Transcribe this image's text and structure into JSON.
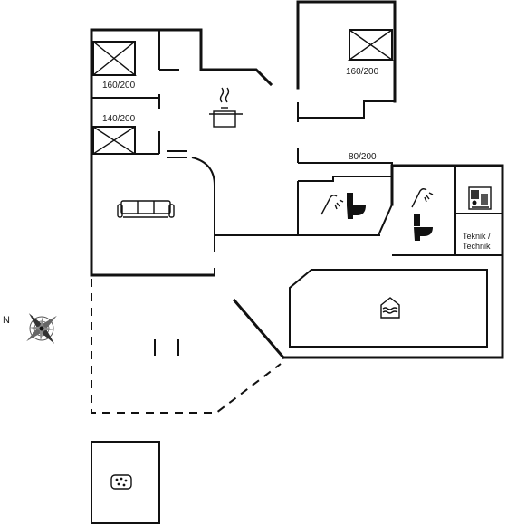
{
  "labels": {
    "bed_master": "160/200",
    "bed_left_top": "160/200",
    "bed_left_bottom": "140/200",
    "bed_small": "80/200",
    "technik_line1": "Teknik /",
    "technik_line2": "Technik",
    "compass_north": "N"
  },
  "icons": {
    "kitchen": "pot-icon",
    "living": "sofa-icon",
    "bath_left": "shower-icon",
    "bath_right": "shower-icon",
    "toilet": "toilet-icon",
    "utility": "washing-machine-icon",
    "pool": "pool-icon",
    "spa": "spa-icon",
    "compass": "compass-rose-icon"
  }
}
